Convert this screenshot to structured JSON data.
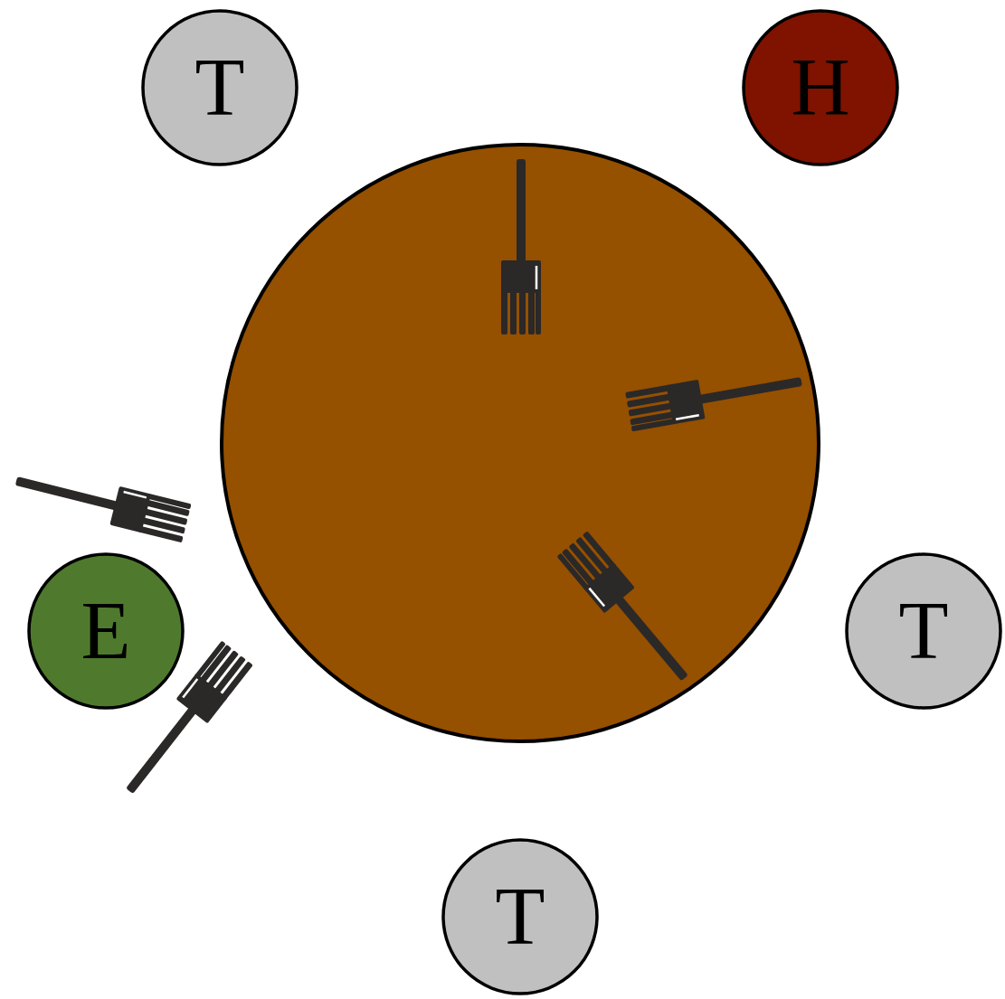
{
  "diagram": {
    "nodes": [
      {
        "text": [
          "T"
        ]
      },
      {
        "text": [
          "H"
        ]
      },
      {
        "text": [
          "E"
        ]
      },
      {
        "text": [
          "T"
        ]
      },
      {
        "text": [
          "T"
        ]
      }
    ]
  }
}
